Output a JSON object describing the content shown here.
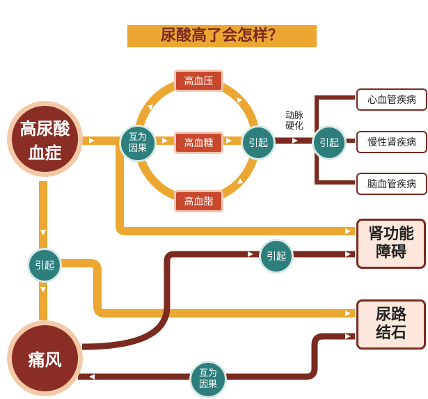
{
  "title": "尿酸高了会怎样？",
  "nodes": {
    "hyperuricemia": "高尿酸\n血症",
    "gout": "痛风",
    "hypertension": "高血压",
    "hyperglycemia": "高血糖",
    "hyperlipidemia": "高血脂",
    "heart_disease": "心血管疾病",
    "chronic_kidney": "慢性肾疾病",
    "brain_disease": "脑血管疾病",
    "kidney_dysfunction": "肾功能\n障碍",
    "kidney_stones": "尿路\n结石"
  },
  "labels": {
    "mutual_cause_1": "互为\n因果",
    "leads_to_1": "引起",
    "atherosclerosis": "动脉\n硬化",
    "leads_to_2": "引起",
    "leads_to_3": "引起",
    "leads_to_4": "引起",
    "mutual_cause_2": "互为\n因果"
  },
  "colors": {
    "gold": "#eba731",
    "maroon": "#7a2a1f",
    "teal": "#2e7f7c",
    "red": "#c7482d"
  }
}
